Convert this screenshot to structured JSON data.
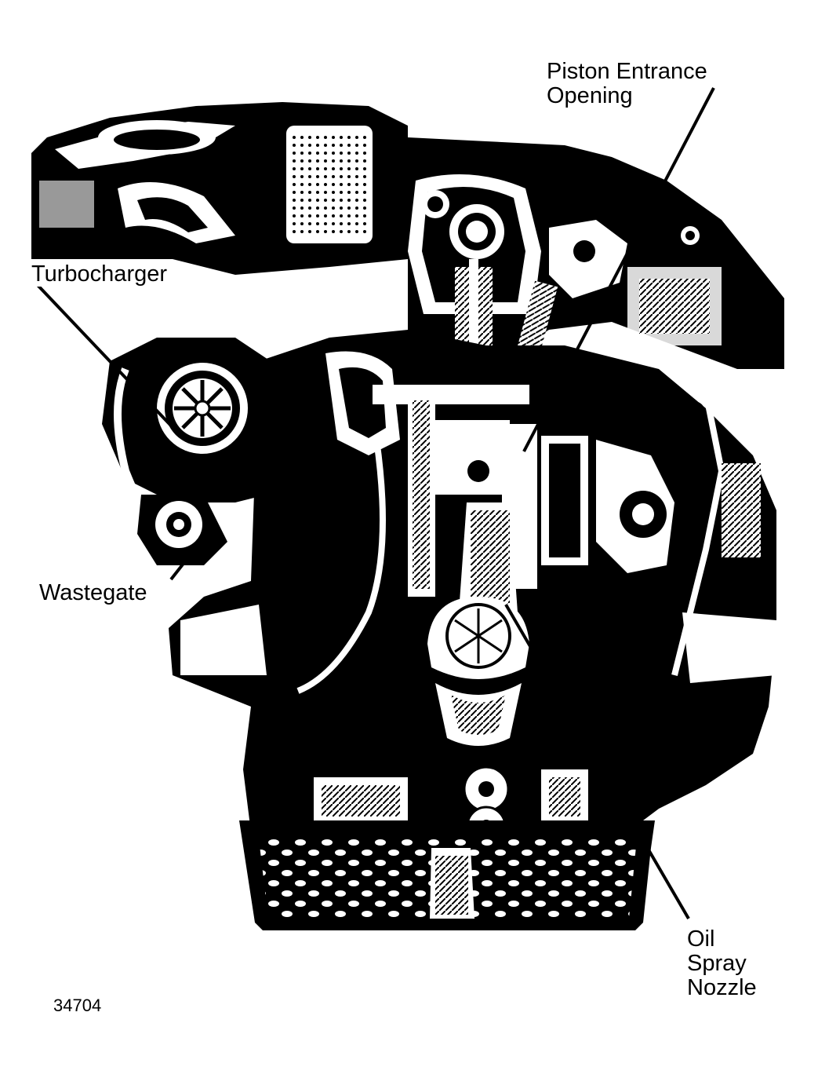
{
  "figure_number": "34704",
  "labels": {
    "piston_entrance": {
      "line1": "Piston Entrance",
      "line2": "Opening"
    },
    "turbocharger": "Turbocharger",
    "wastegate": "Wastegate",
    "oil_spray_nozzle": {
      "line1": "Oil",
      "line2": "Spray",
      "line3": "Nozzle"
    }
  },
  "colors": {
    "ink": "#000000",
    "paper": "#ffffff"
  }
}
